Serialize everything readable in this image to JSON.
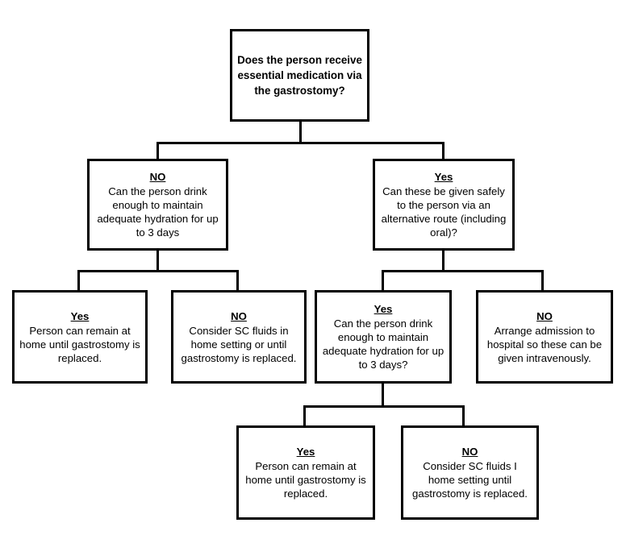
{
  "diagram": {
    "title": "Gastrostomy essential medication decision flowchart",
    "colors": {
      "line": "#000000",
      "box_fill": "#ffffff",
      "text": "#000000"
    },
    "nodes": {
      "root": {
        "label": "",
        "body": "Does the person receive essential medication via the gastrostomy?"
      },
      "l2_left": {
        "label": "NO",
        "body": "Can the person drink enough to maintain adequate hydration for up to 3 days"
      },
      "l2_right": {
        "label": "Yes",
        "body": "Can these be given safely to the person via an alternative route (including oral)?"
      },
      "l3_a": {
        "label": "Yes",
        "body": "Person can remain at home until gastrostomy is replaced."
      },
      "l3_b": {
        "label": "NO",
        "body": "Consider SC fluids in home setting or until gastrostomy is replaced."
      },
      "l3_c": {
        "label": "Yes",
        "body": "Can the person drink enough to maintain adequate hydration for up to 3 days?"
      },
      "l3_d": {
        "label": "NO",
        "body": "Arrange admission to hospital so these can be given intravenously."
      },
      "l4_a": {
        "label": "Yes",
        "body": "Person can remain at home until gastrostomy is replaced."
      },
      "l4_b": {
        "label": "NO",
        "body": "Consider SC fluids I home setting until gastrostomy is replaced."
      }
    }
  }
}
